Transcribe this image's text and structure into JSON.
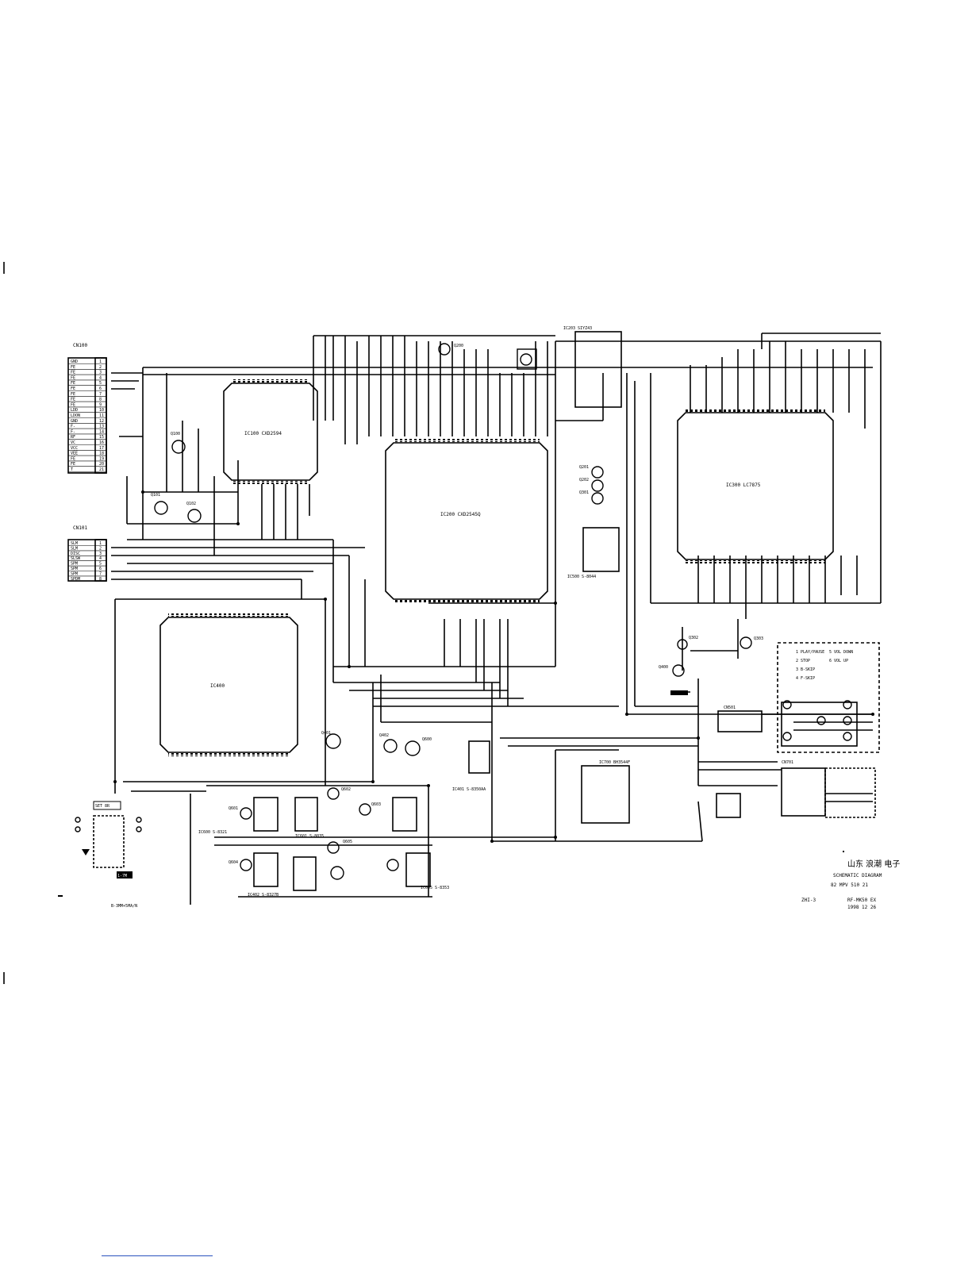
{
  "connector_cn100": {
    "ref": "CN100",
    "pins": [
      "GND",
      "FE",
      "FE",
      "FE",
      "FE",
      "FE",
      "FE",
      "FE",
      "FE",
      "LDD",
      "LDON",
      "GND",
      "F-",
      "F-",
      "RF",
      "VC",
      "VCC",
      "VEE",
      "FE",
      "FE",
      "T"
    ]
  },
  "connector_cn101": {
    "ref": "CN101",
    "pins": [
      "SLM",
      "SLM",
      "DISC",
      "SLSW",
      "SPM",
      "SPM",
      "SPM",
      "SPDM"
    ]
  },
  "ic_labels": {
    "ic100": "IC100 CXD2594",
    "ic200": "IC200 CXD2545Q",
    "ic300": "IC300 LC7875",
    "ic400": "IC400",
    "ic203": "IC203 SIYZ43",
    "ic500": "IC500 S-8044",
    "ic600": "IC600 S-8321",
    "ic601": "IC601 S-8035",
    "ic605": "IC605 S-8353",
    "ic700": "IC700 BH3544F",
    "ic401": "IC401 S-8350AA",
    "ic402": "IC402 S-8327B"
  },
  "transistors": [
    "Q100",
    "Q101",
    "Q102",
    "Q200",
    "Q201",
    "Q202",
    "Q301",
    "Q302",
    "Q303",
    "Q400",
    "Q401",
    "Q402",
    "Q600",
    "Q601",
    "Q602",
    "Q603",
    "Q604",
    "Q605"
  ],
  "key_legend": {
    "items": [
      "1 PLAY/PAUSE",
      "5 VOL DOWN",
      "2 STOP",
      "6 VOL UP",
      "3 B-SKIP",
      "4 F-SKIP"
    ]
  },
  "connectors_right": {
    "cn501": "CN501",
    "cn701": "CN701"
  },
  "title_block": {
    "company": "山东 浪潮 电子",
    "drawing_title": "SCHEMATIC DIAGRAM",
    "code": "82 MPV 510 21",
    "model_label": "ZHI-3",
    "model": "RF-MK50 EX",
    "date": "1998 12 26"
  },
  "battery_note": "B-3MM+5MA/N",
  "set_label": "SET 8R",
  "small_tag": "1-7M",
  "colors": {
    "ink": "#000000",
    "paper": "#ffffff",
    "link": "#2a52be"
  }
}
